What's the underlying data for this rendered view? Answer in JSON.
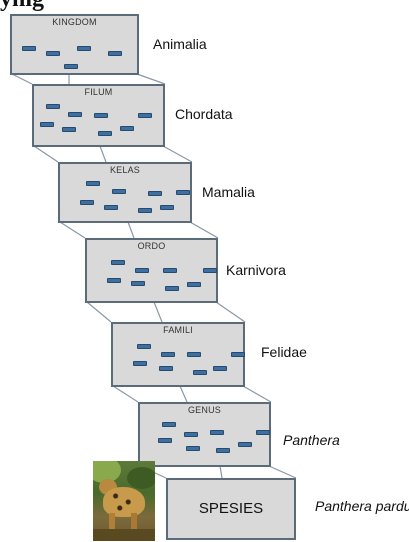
{
  "heading": "yhig",
  "diagram": {
    "levels": [
      {
        "box_title": "KINGDOM",
        "label": "Animalia",
        "italic": false
      },
      {
        "box_title": "FILUM",
        "label": "Chordata",
        "italic": false
      },
      {
        "box_title": "KELAS",
        "label": "Mamalia",
        "italic": false
      },
      {
        "box_title": "ORDO",
        "label": "Karnivora",
        "italic": false
      },
      {
        "box_title": "FAMILI",
        "label": "Felidae",
        "italic": false
      },
      {
        "box_title": "GENUS",
        "label": "Panthera",
        "italic": true
      },
      {
        "box_title": "SPESIES",
        "label": "Panthera pardus",
        "italic": true
      }
    ]
  },
  "photo_icon": "leopard-photo",
  "colors": {
    "box_fill": "#d9d9d9",
    "box_border": "#5b6b7a",
    "dash_fill": "#3f6f9e",
    "connector": "#8a98a6"
  }
}
